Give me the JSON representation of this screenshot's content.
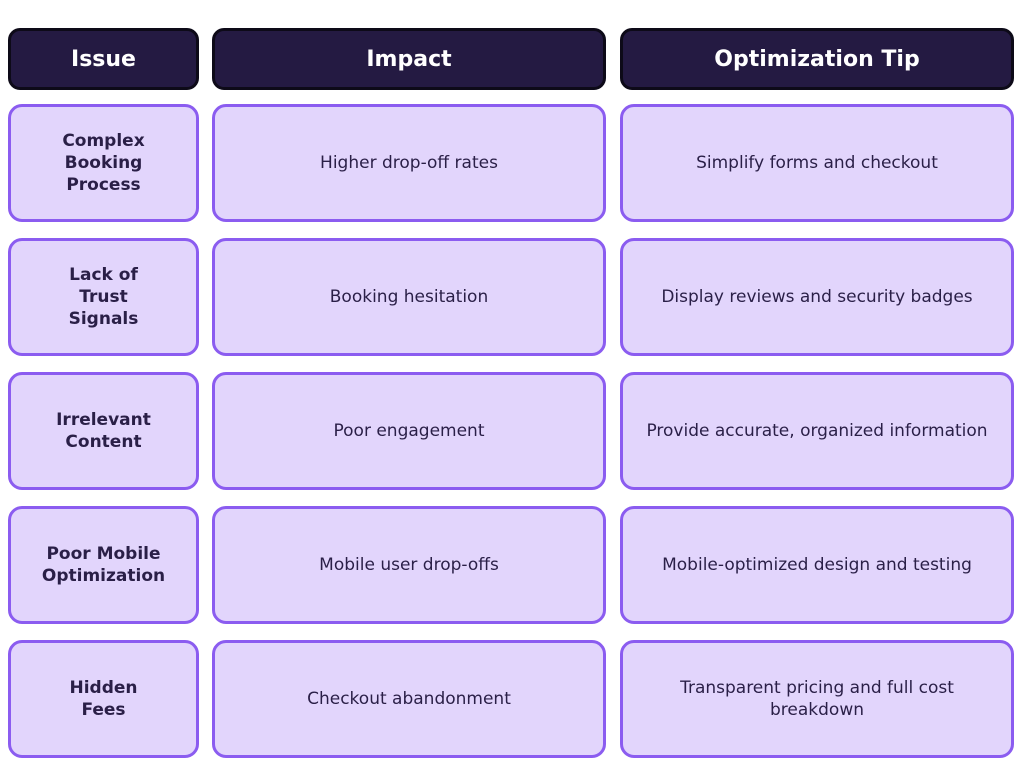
{
  "headers": {
    "issue": "Issue",
    "impact": "Impact",
    "tip": "Optimization Tip"
  },
  "rows": [
    {
      "issue": "Complex Booking Process",
      "impact": "Higher drop-off rates",
      "tip": "Simplify forms and checkout"
    },
    {
      "issue": "Lack of Trust Signals",
      "impact": "Booking hesitation",
      "tip": "Display reviews and security badges"
    },
    {
      "issue": "Irrelevant Content",
      "impact": "Poor engagement",
      "tip": "Provide accurate, organized information"
    },
    {
      "issue": "Poor Mobile Optimization",
      "impact": "Mobile user drop-offs",
      "tip": "Mobile-optimized design and testing"
    },
    {
      "issue": "Hidden Fees",
      "impact": "Checkout abandonment",
      "tip": "Transparent pricing and full cost breakdown"
    }
  ],
  "colors": {
    "header_bg": "#241a42",
    "header_border": "#0d0a18",
    "cell_bg": "#e2d5fc",
    "cell_border": "#8b5cf0",
    "text": "#2a1f47"
  }
}
